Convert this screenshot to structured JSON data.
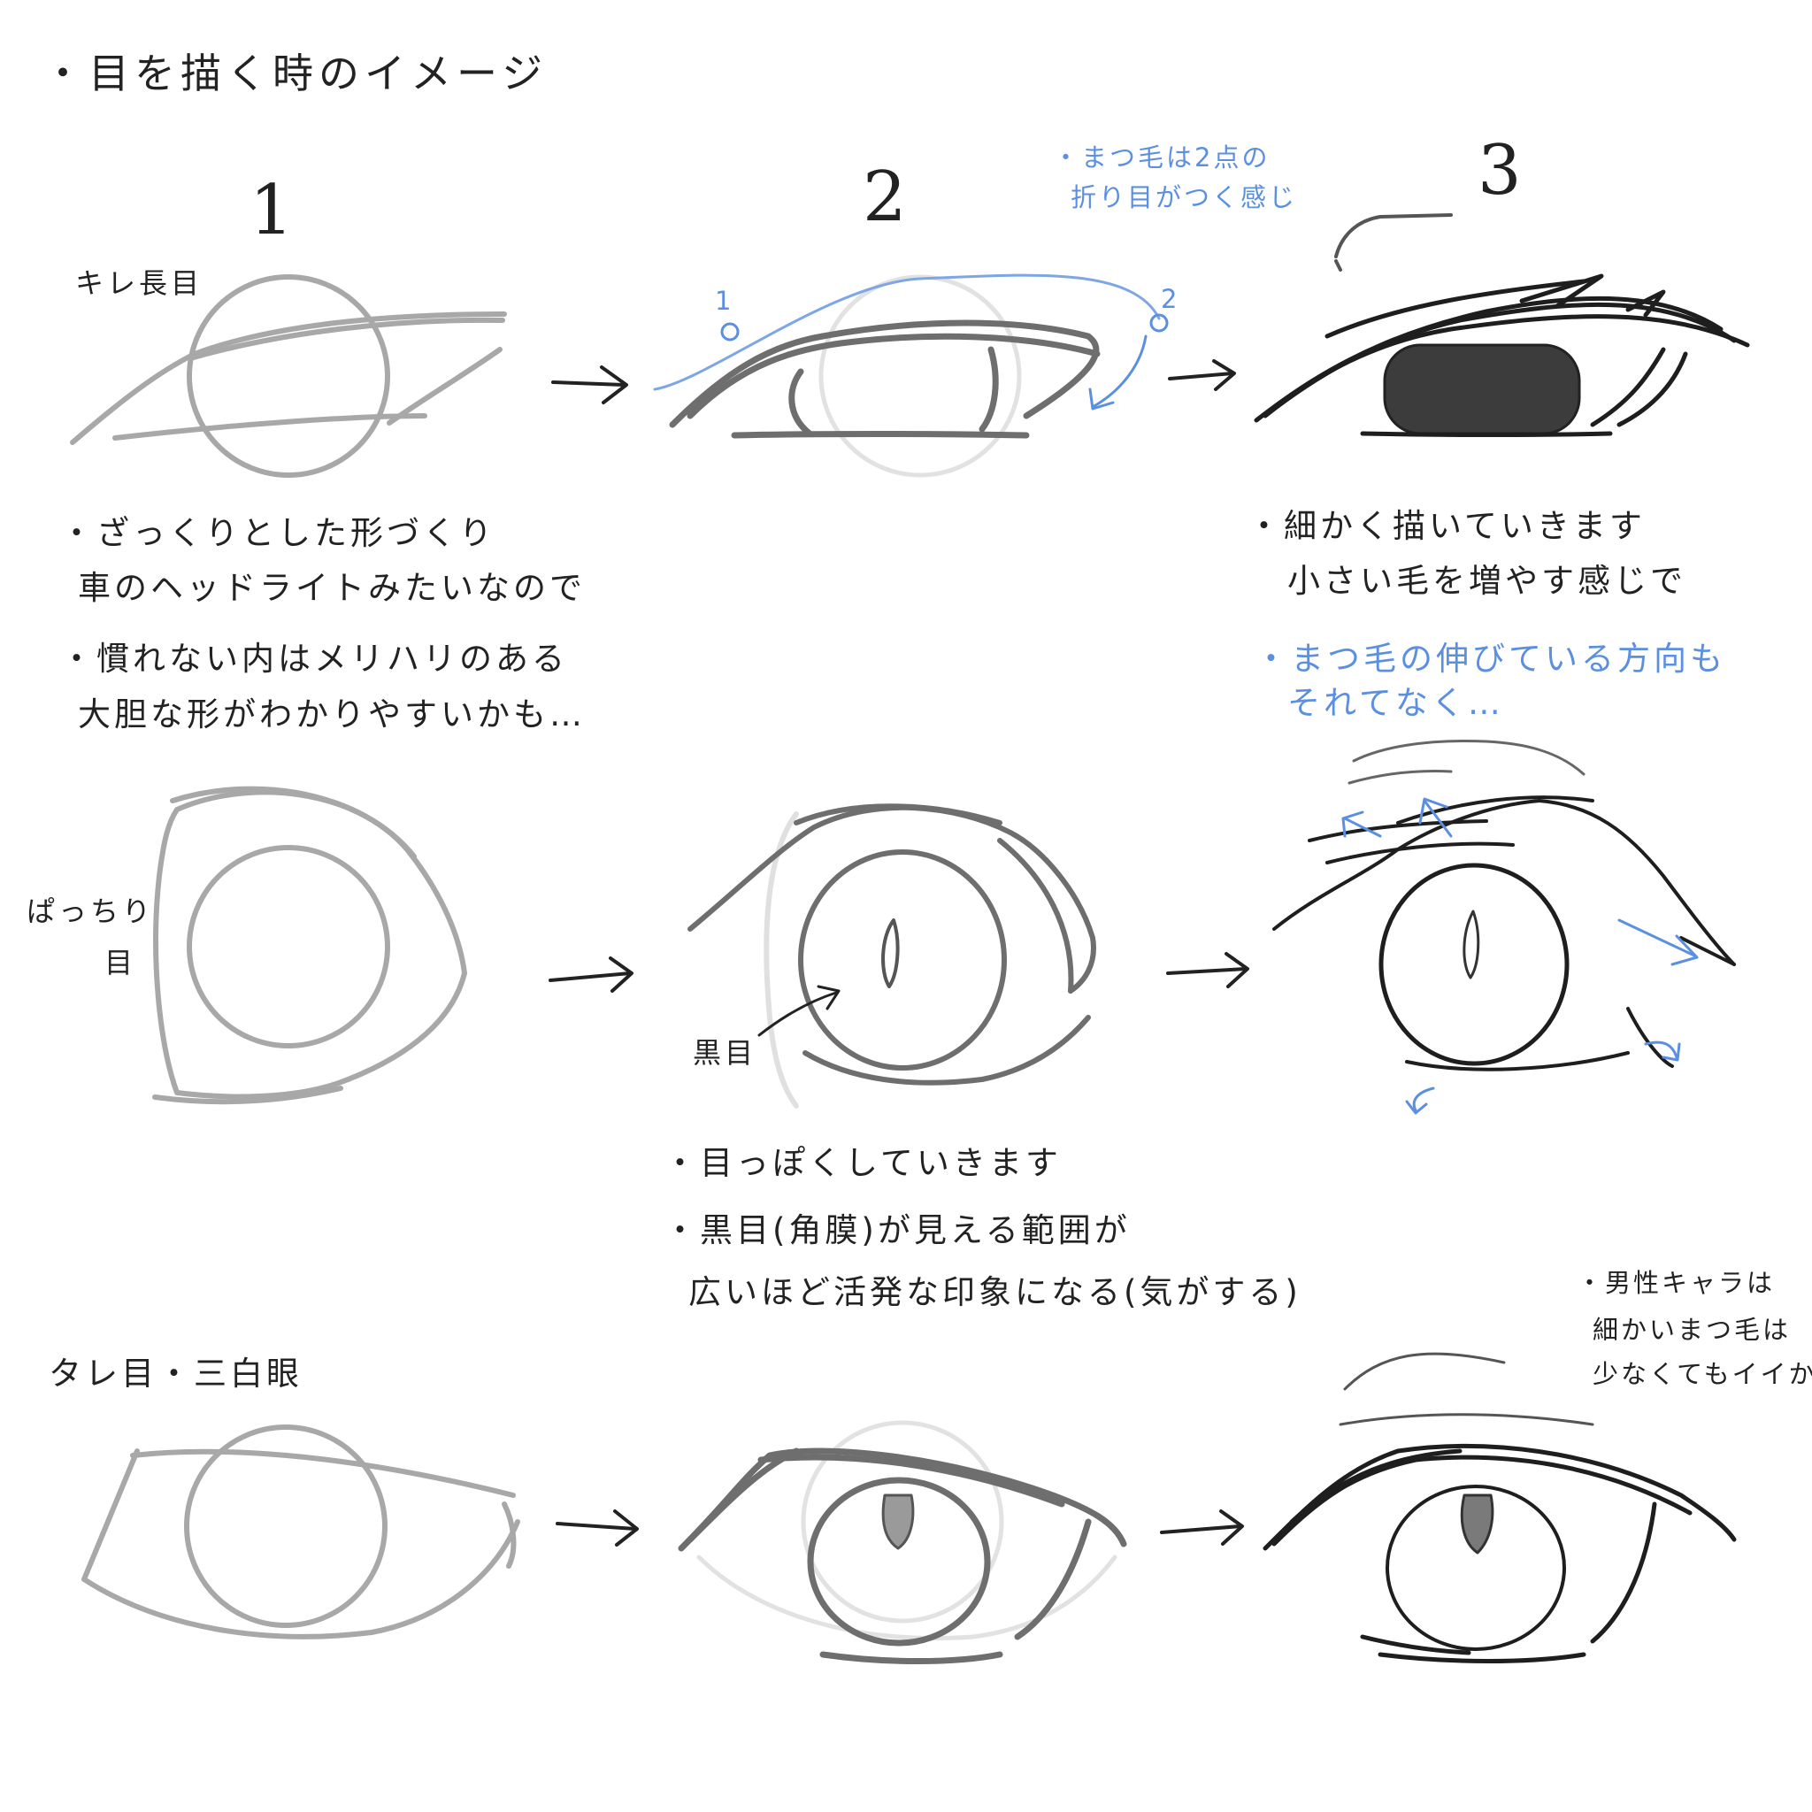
{
  "colors": {
    "ink": "#222222",
    "guide": "#a8a8a8",
    "accent_blue": "#5b8fe0"
  },
  "title": "・目を描く時のイメージ",
  "steps": [
    "1",
    "2",
    "3"
  ],
  "row1": {
    "label": "キレ長目",
    "annot_blue": [
      "・まつ毛は2点の",
      "折り目がつく感じ"
    ],
    "point_labels": [
      "1",
      "2"
    ],
    "notes_left": [
      "・ざっくりとした形づくり",
      "車のヘッドライトみたいなので",
      "・慣れない内はメリハリのある",
      "大胆な形がわかりやすいかも…"
    ],
    "notes_right": [
      "・細かく描いていきます",
      "小さい毛を増やす感じで"
    ],
    "notes_right_blue": [
      "・まつ毛の伸びている方向も",
      "それてなく…"
    ]
  },
  "row2": {
    "label": [
      "ぱっちり",
      "目"
    ],
    "pointer_label": "黒目",
    "notes": [
      "・目っぽくしていきます",
      "・黒目(角膜)が見える範囲が",
      "広いほど活発な印象になる(気がする)"
    ]
  },
  "row3": {
    "label": "タレ目・三白眼",
    "note_right": [
      "・男性キャラは",
      "細かいまつ毛は",
      "少なくてもイイかも"
    ]
  },
  "icons": [
    "arrow-right-icon",
    "arrow-curve-icon"
  ]
}
